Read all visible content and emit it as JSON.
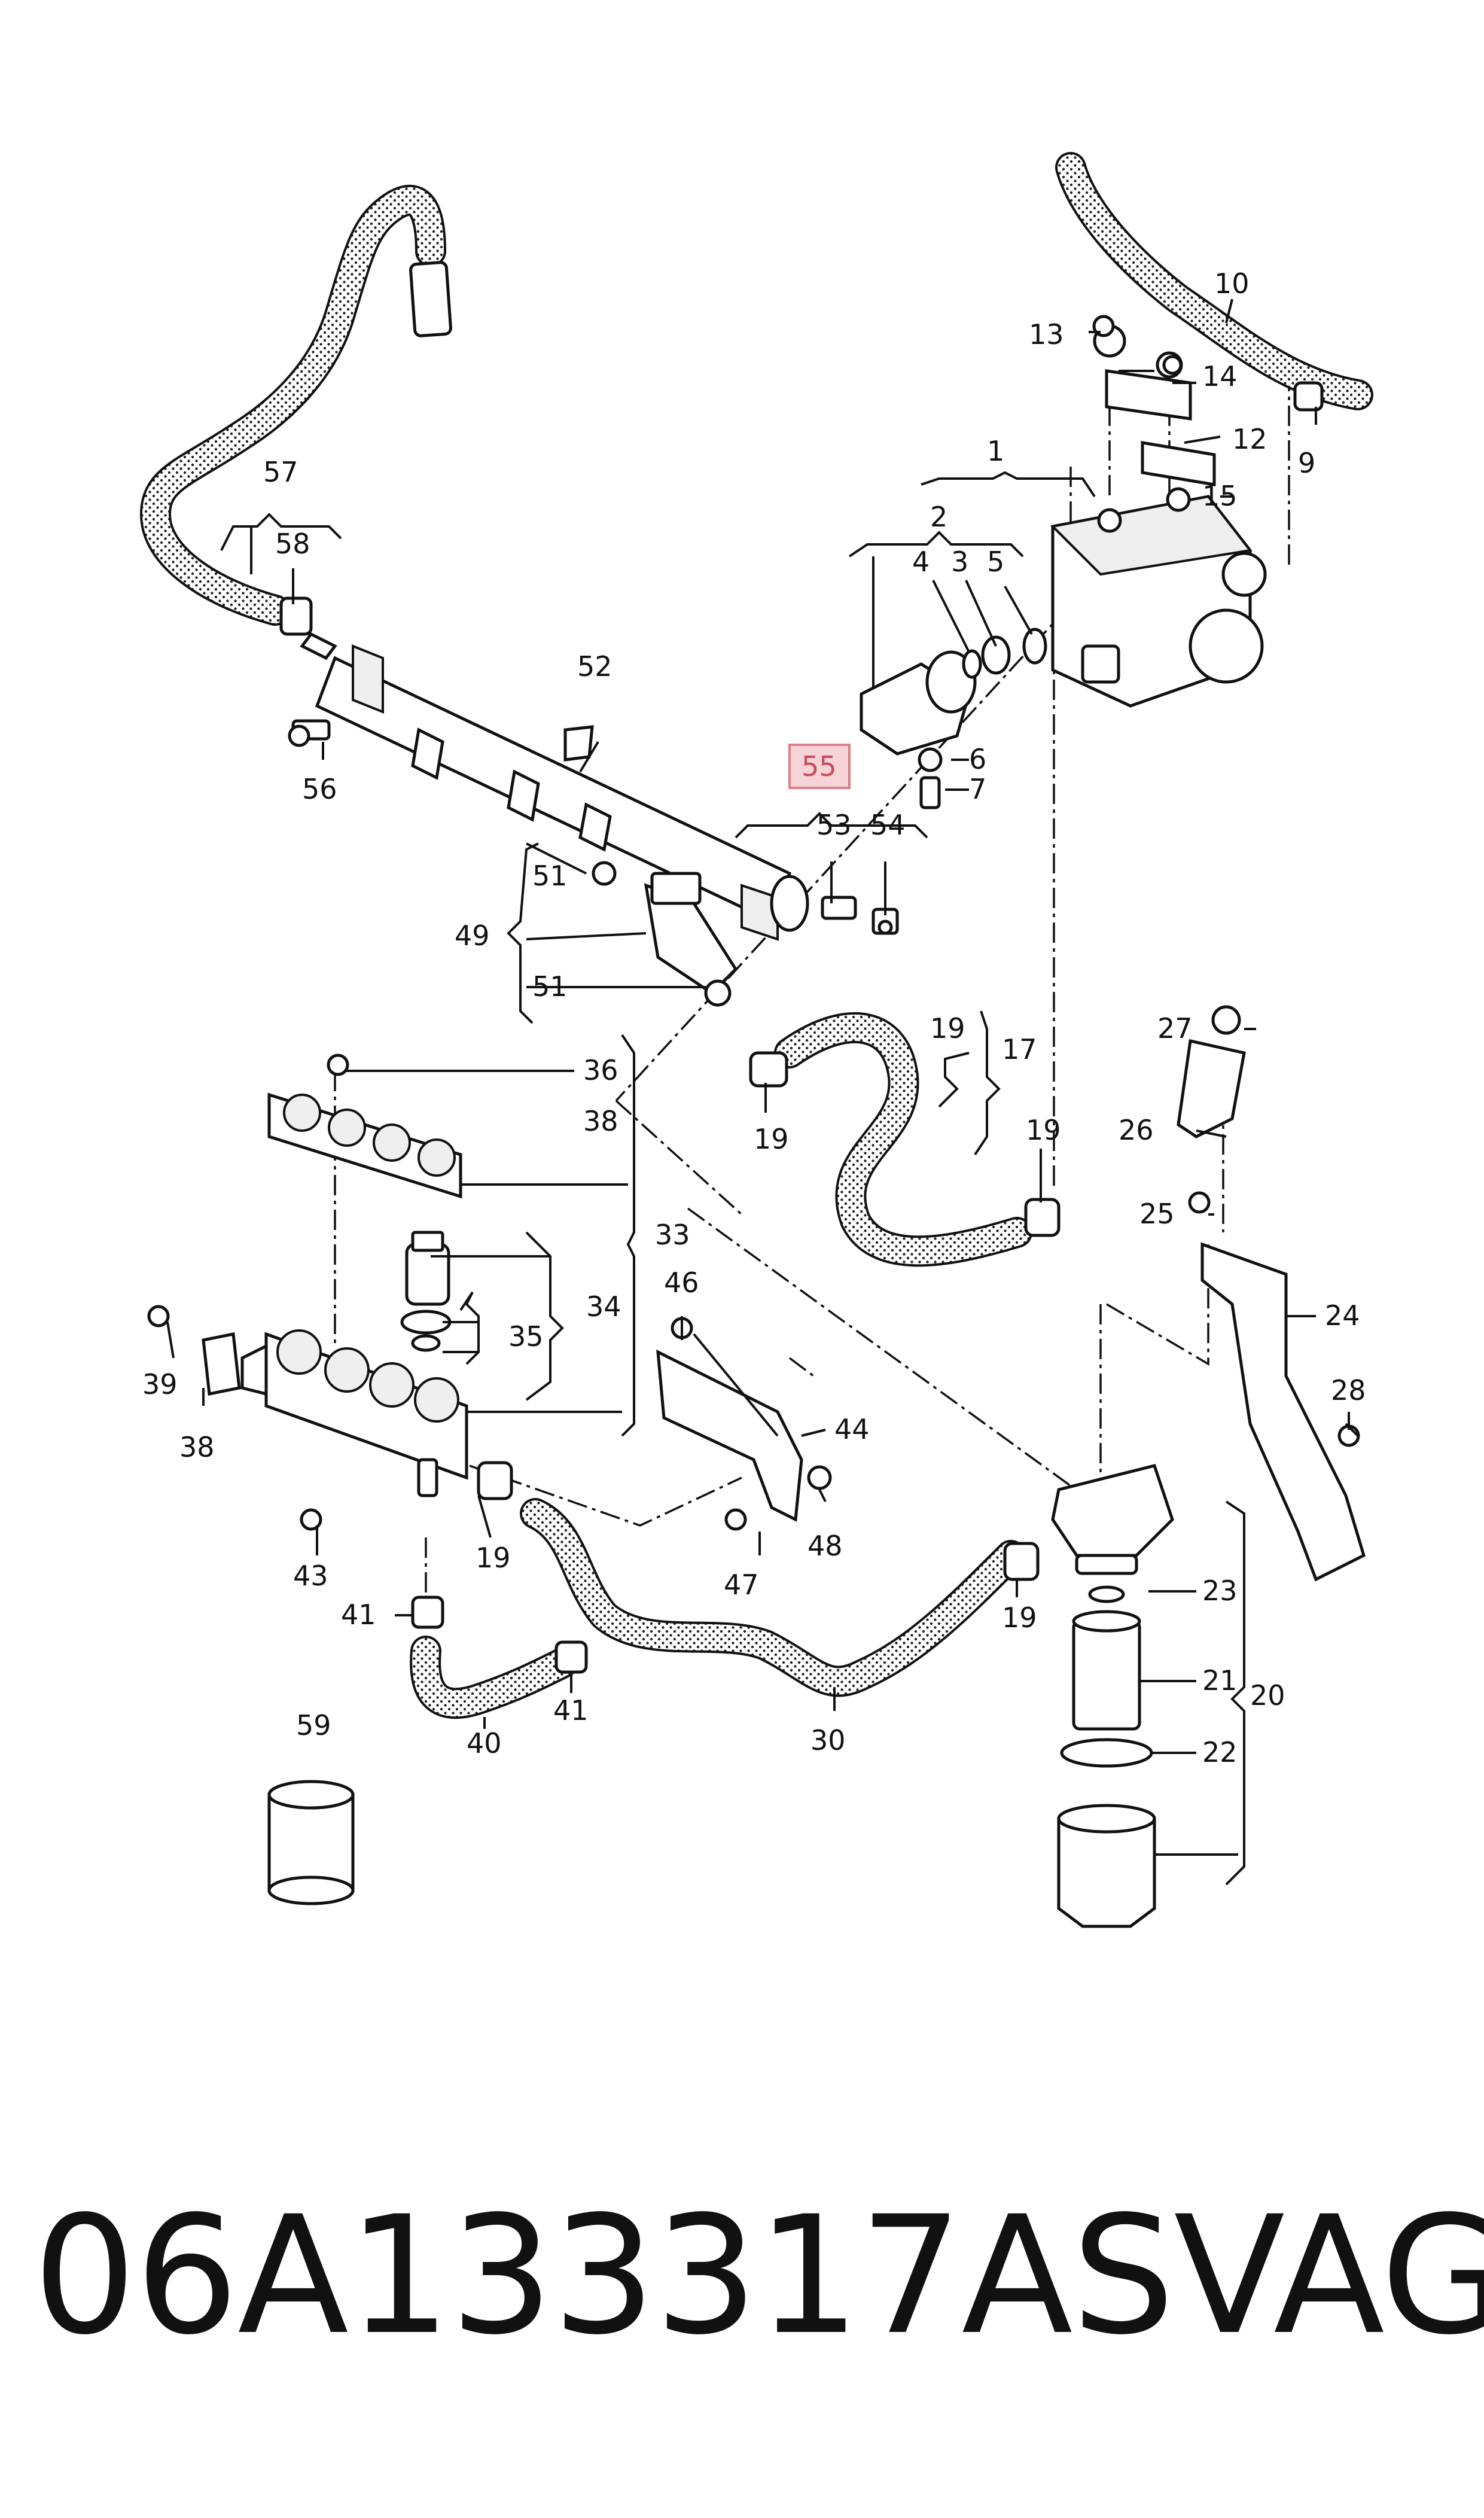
{
  "highlight_color": "#d9808a",
  "callouts": [
    {
      "id": "c1",
      "text": "1"
    },
    {
      "id": "c2",
      "text": "2"
    },
    {
      "id": "c3",
      "text": "3"
    },
    {
      "id": "c4",
      "text": "4"
    },
    {
      "id": "c5",
      "text": "5"
    },
    {
      "id": "c6",
      "text": "6"
    },
    {
      "id": "c7",
      "text": "7"
    },
    {
      "id": "c9",
      "text": "9"
    },
    {
      "id": "c10",
      "text": "10"
    },
    {
      "id": "c12",
      "text": "12"
    },
    {
      "id": "c13",
      "text": "13"
    },
    {
      "id": "c14",
      "text": "14"
    },
    {
      "id": "c15",
      "text": "15"
    },
    {
      "id": "c17",
      "text": "17"
    },
    {
      "id": "c19a",
      "text": "19"
    },
    {
      "id": "c19b",
      "text": "19"
    },
    {
      "id": "c19c",
      "text": "19"
    },
    {
      "id": "c19d",
      "text": "19"
    },
    {
      "id": "c19e",
      "text": "19"
    },
    {
      "id": "c20",
      "text": "20"
    },
    {
      "id": "c21",
      "text": "21"
    },
    {
      "id": "c22",
      "text": "22"
    },
    {
      "id": "c23",
      "text": "23"
    },
    {
      "id": "c24",
      "text": "24"
    },
    {
      "id": "c25",
      "text": "25"
    },
    {
      "id": "c26",
      "text": "26"
    },
    {
      "id": "c27",
      "text": "27"
    },
    {
      "id": "c28",
      "text": "28"
    },
    {
      "id": "c30",
      "text": "30"
    },
    {
      "id": "c33",
      "text": "33"
    },
    {
      "id": "c34",
      "text": "34"
    },
    {
      "id": "c35",
      "text": "35"
    },
    {
      "id": "c36",
      "text": "36"
    },
    {
      "id": "c38a",
      "text": "38"
    },
    {
      "id": "c38b",
      "text": "38"
    },
    {
      "id": "c39",
      "text": "39"
    },
    {
      "id": "c40",
      "text": "40"
    },
    {
      "id": "c41a",
      "text": "41"
    },
    {
      "id": "c41b",
      "text": "41"
    },
    {
      "id": "c43",
      "text": "43"
    },
    {
      "id": "c44",
      "text": "44"
    },
    {
      "id": "c46",
      "text": "46"
    },
    {
      "id": "c47",
      "text": "47"
    },
    {
      "id": "c48",
      "text": "48"
    },
    {
      "id": "c49",
      "text": "49"
    },
    {
      "id": "c51a",
      "text": "51"
    },
    {
      "id": "c51b",
      "text": "51"
    },
    {
      "id": "c52",
      "text": "52"
    },
    {
      "id": "c53",
      "text": "53"
    },
    {
      "id": "c54",
      "text": "54"
    },
    {
      "id": "c55",
      "text": "55",
      "highlighted": true
    },
    {
      "id": "c56",
      "text": "56"
    },
    {
      "id": "c57",
      "text": "57"
    },
    {
      "id": "c58",
      "text": "58"
    },
    {
      "id": "c59",
      "text": "59"
    }
  ],
  "caption": {
    "part_number": "06A133317AS",
    "brand": "VAG"
  }
}
